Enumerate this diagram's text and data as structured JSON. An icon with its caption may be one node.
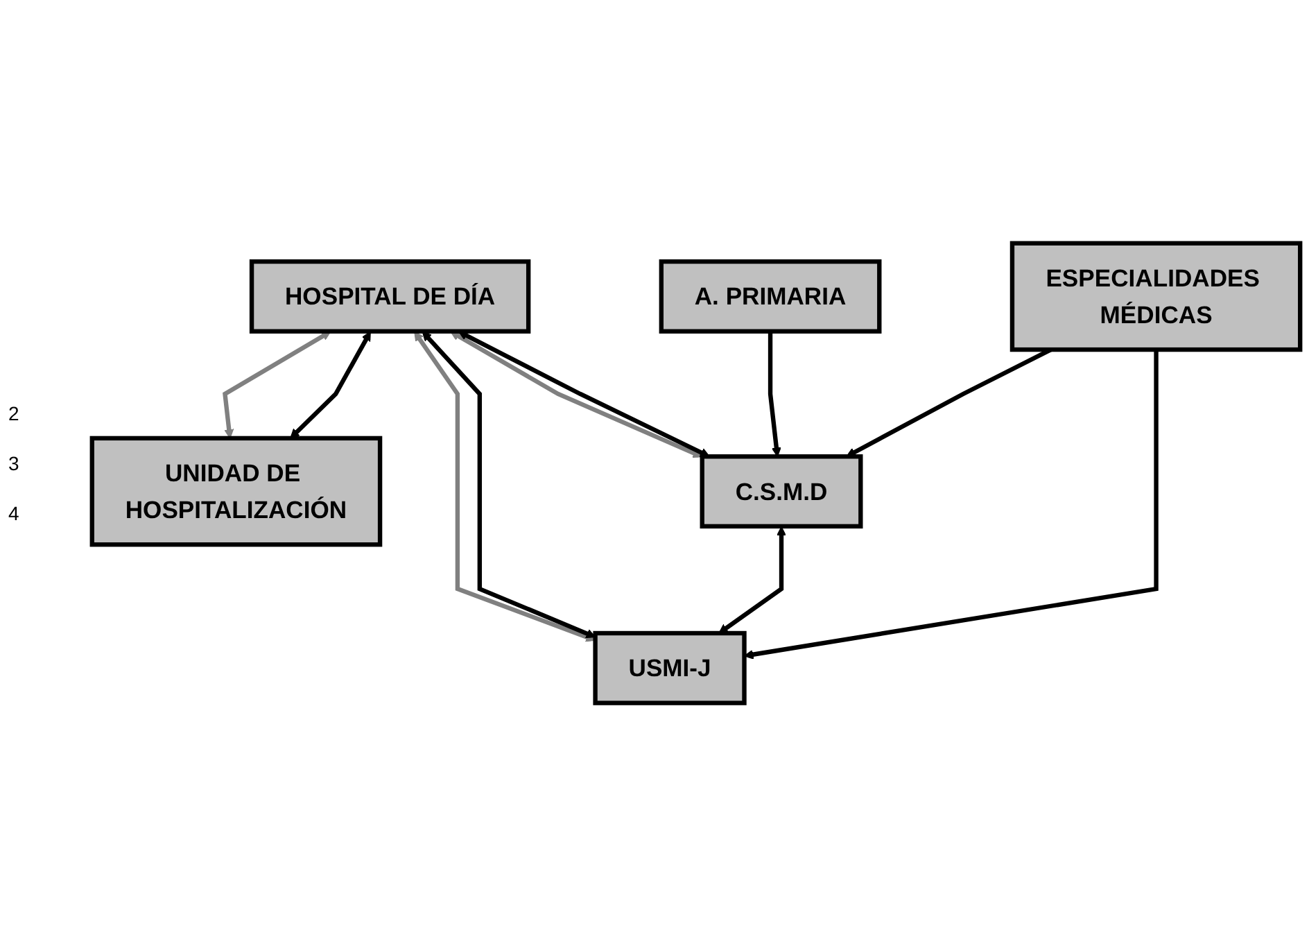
{
  "diagram": {
    "nodes": [
      {
        "text": [
          "UNIDAD DE HOSPITALIZACIÓN"
        ]
      },
      {
        "text": [
          "HOSPITAL DE DÍA"
        ]
      },
      {
        "text": [
          "C.S.M.D"
        ]
      },
      {
        "text": [
          "USMI-J"
        ]
      },
      {
        "text": [
          "A. PRIMARIA"
        ]
      },
      {
        "text": [
          "ESPECIALIDADES MÉDICAS"
        ]
      }
    ],
    "edges": [
      {
        "from": 1,
        "to": 0,
        "arrow": "both",
        "color": "#808080"
      },
      {
        "from": 1,
        "to": 0,
        "arrow": "both"
      },
      {
        "from": 1,
        "to": 2,
        "arrow": "both",
        "color": "#808080"
      },
      {
        "from": 1,
        "to": 2,
        "arrow": "both"
      },
      {
        "from": 1,
        "to": 3,
        "arrow": "both",
        "color": "#808080"
      },
      {
        "from": 1,
        "to": 3,
        "arrow": "both"
      },
      {
        "from": 2,
        "to": 3,
        "arrow": "both"
      },
      {
        "from": 4,
        "to": 2,
        "arrow": "to"
      },
      {
        "from": 5,
        "to": 2,
        "arrow": "to"
      },
      {
        "from": 5,
        "to": 3,
        "arrow": "to"
      }
    ],
    "labels": [
      "2",
      "3",
      "4"
    ]
  }
}
